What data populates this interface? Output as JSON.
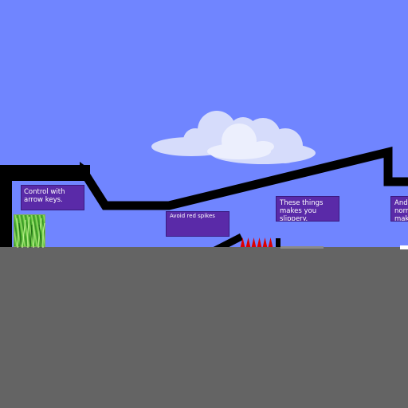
{
  "scene": {
    "sky_color": "#7085ff",
    "ground_color": "#646464",
    "terrain_color": "#000000",
    "spike_color": "#dd0000",
    "sign_color": "#5a2aa8"
  },
  "signs": {
    "controls": "Control with\narrow keys.",
    "spikes": "Avoid red spikes",
    "slippery": "These things\nmakes you\nslippery.",
    "normal": "And t\nnorm\nmake"
  },
  "objects": {
    "spike_count": 6,
    "cloud_icon": "cloud-icon",
    "grass_icon": "grass-block-icon"
  }
}
